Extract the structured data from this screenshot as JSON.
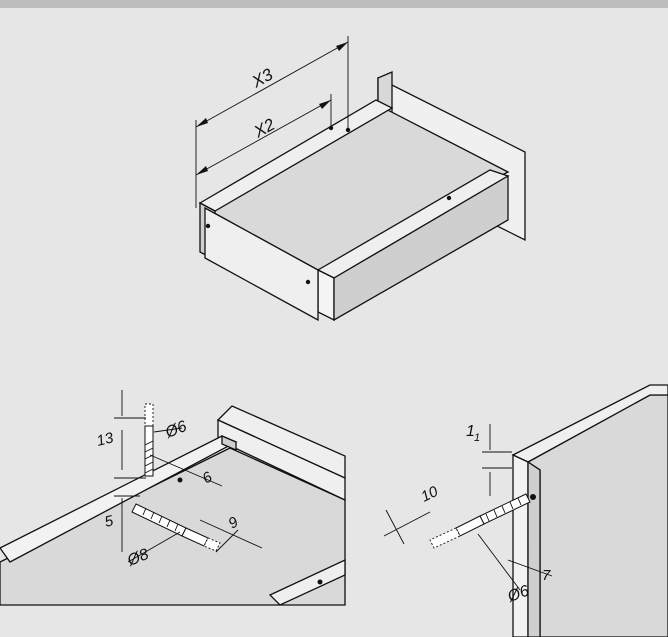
{
  "labels": {
    "x3": "X3",
    "x2": "X2",
    "d6_left": "Ø6",
    "v13": "13",
    "v6": "6",
    "v5": "5",
    "v9": "9",
    "d8": "Ø8",
    "v1_main": "1",
    "v1_sub": "1",
    "v10": "10",
    "v7": "7",
    "d6_right": "Ø6"
  },
  "colors": {
    "background": "#e6e6e6",
    "top_bar": "#bdbdbd",
    "panel_light": "#f2f2f2",
    "panel_mid": "#dedede",
    "panel_dark": "#c9c9c9",
    "line": "#111111"
  }
}
